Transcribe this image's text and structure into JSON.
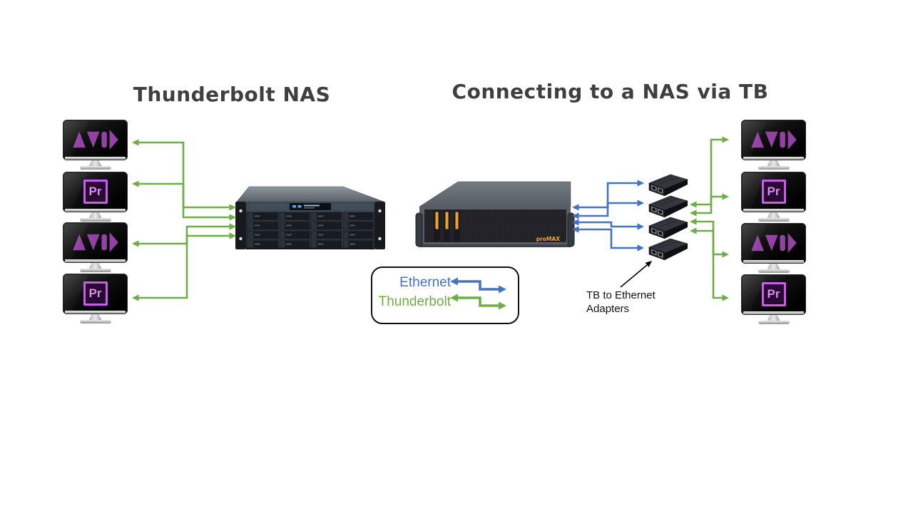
{
  "titles": {
    "left": "Thunderbolt NAS",
    "right": "Connecting to a NAS via TB"
  },
  "legend": {
    "items": [
      {
        "label": "Ethernet",
        "color": "#4472C4"
      },
      {
        "label": "Thunderbolt",
        "color": "#6FAD45"
      }
    ]
  },
  "annotation": {
    "line1": "TB to Ethernet",
    "line2": "Adapters"
  },
  "branding": {
    "nas_logo": "proMAX"
  },
  "logos": {
    "premiere": "Pr"
  },
  "monitors": {
    "left": [
      "avid",
      "premiere",
      "avid",
      "premiere"
    ],
    "right": [
      "avid",
      "premiere",
      "avid",
      "premiere"
    ]
  },
  "colors": {
    "ethernet_blue": "#4472C4",
    "thunderbolt_green": "#6FAD45",
    "title_text": "#3F3F3F",
    "annotation_text": "#111111",
    "annotation_arrow": "#000000",
    "avid_purple": "#9341A5",
    "premiere_pink": "#C95CE8",
    "premiere_text": "#DA8CF2",
    "led_orange": "#F2A227"
  }
}
